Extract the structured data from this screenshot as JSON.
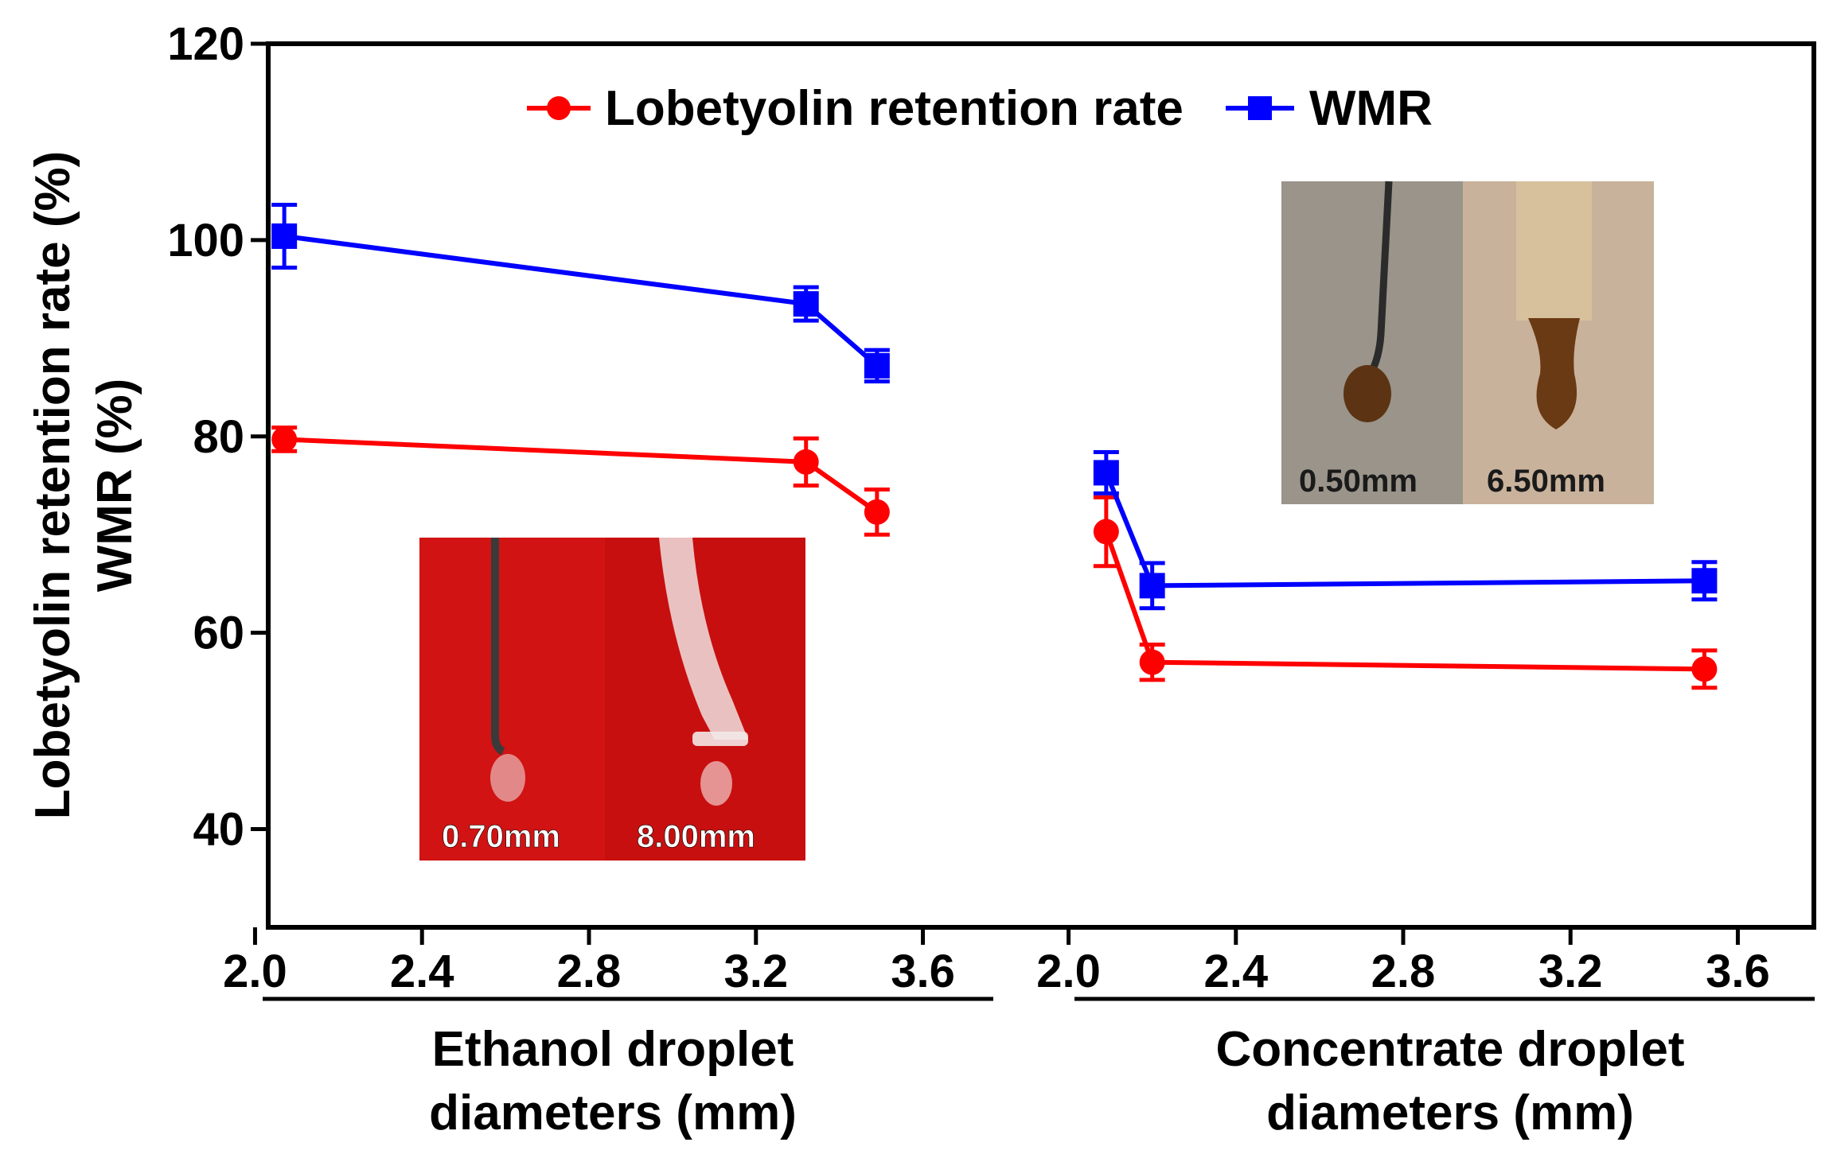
{
  "chart_data": {
    "type": "line",
    "ylabel": [
      "Lobetyolin retention rate (%)",
      "WMR (%)"
    ],
    "ylim": [
      30,
      120
    ],
    "yticks": [
      40,
      60,
      80,
      100,
      120
    ],
    "legend": {
      "placement": "top-center",
      "entries": [
        "Lobetyolin retention rate",
        "WMR"
      ]
    },
    "colors": {
      "lobetyolin": "#ff0000",
      "wmr": "#0000ff"
    },
    "panels": [
      {
        "xlabel": [
          "Ethanol droplet",
          "diameters (mm)"
        ],
        "xlim": [
          1.9,
          3.7
        ],
        "xticks": [
          "2.0",
          "2.4",
          "2.8",
          "3.2",
          "3.6"
        ],
        "series": [
          {
            "name": "Lobetyolin retention rate",
            "marker": "circle",
            "x": [
              2.07,
              3.32,
              3.49
            ],
            "y": [
              79.7,
              77.4,
              72.3
            ],
            "err": [
              1.2,
              2.4,
              2.3
            ]
          },
          {
            "name": "WMR",
            "marker": "square",
            "x": [
              2.07,
              3.32,
              3.49
            ],
            "y": [
              100.4,
              93.5,
              87.2
            ],
            "err": [
              3.2,
              1.7,
              1.6
            ]
          }
        ],
        "inset": {
          "labels": [
            "0.70mm",
            "8.00mm"
          ],
          "background": "#d41414"
        }
      },
      {
        "xlabel": [
          "Concentrate droplet",
          "diameters (mm)"
        ],
        "xlim": [
          1.9,
          3.7
        ],
        "xticks": [
          "2.0",
          "2.4",
          "2.8",
          "3.2",
          "3.6"
        ],
        "series": [
          {
            "name": "Lobetyolin retention rate",
            "marker": "circle",
            "x": [
              2.09,
              2.2,
              3.52
            ],
            "y": [
              70.3,
              57.0,
              56.3
            ],
            "err": [
              3.5,
              1.8,
              1.9
            ]
          },
          {
            "name": "WMR",
            "marker": "square",
            "x": [
              2.09,
              2.2,
              3.52
            ],
            "y": [
              76.3,
              64.8,
              65.3
            ],
            "err": [
              2.1,
              2.3,
              1.9
            ]
          }
        ],
        "inset": {
          "labels": [
            "0.50mm",
            "6.50mm"
          ],
          "background": "#c9b8a6"
        }
      }
    ]
  }
}
